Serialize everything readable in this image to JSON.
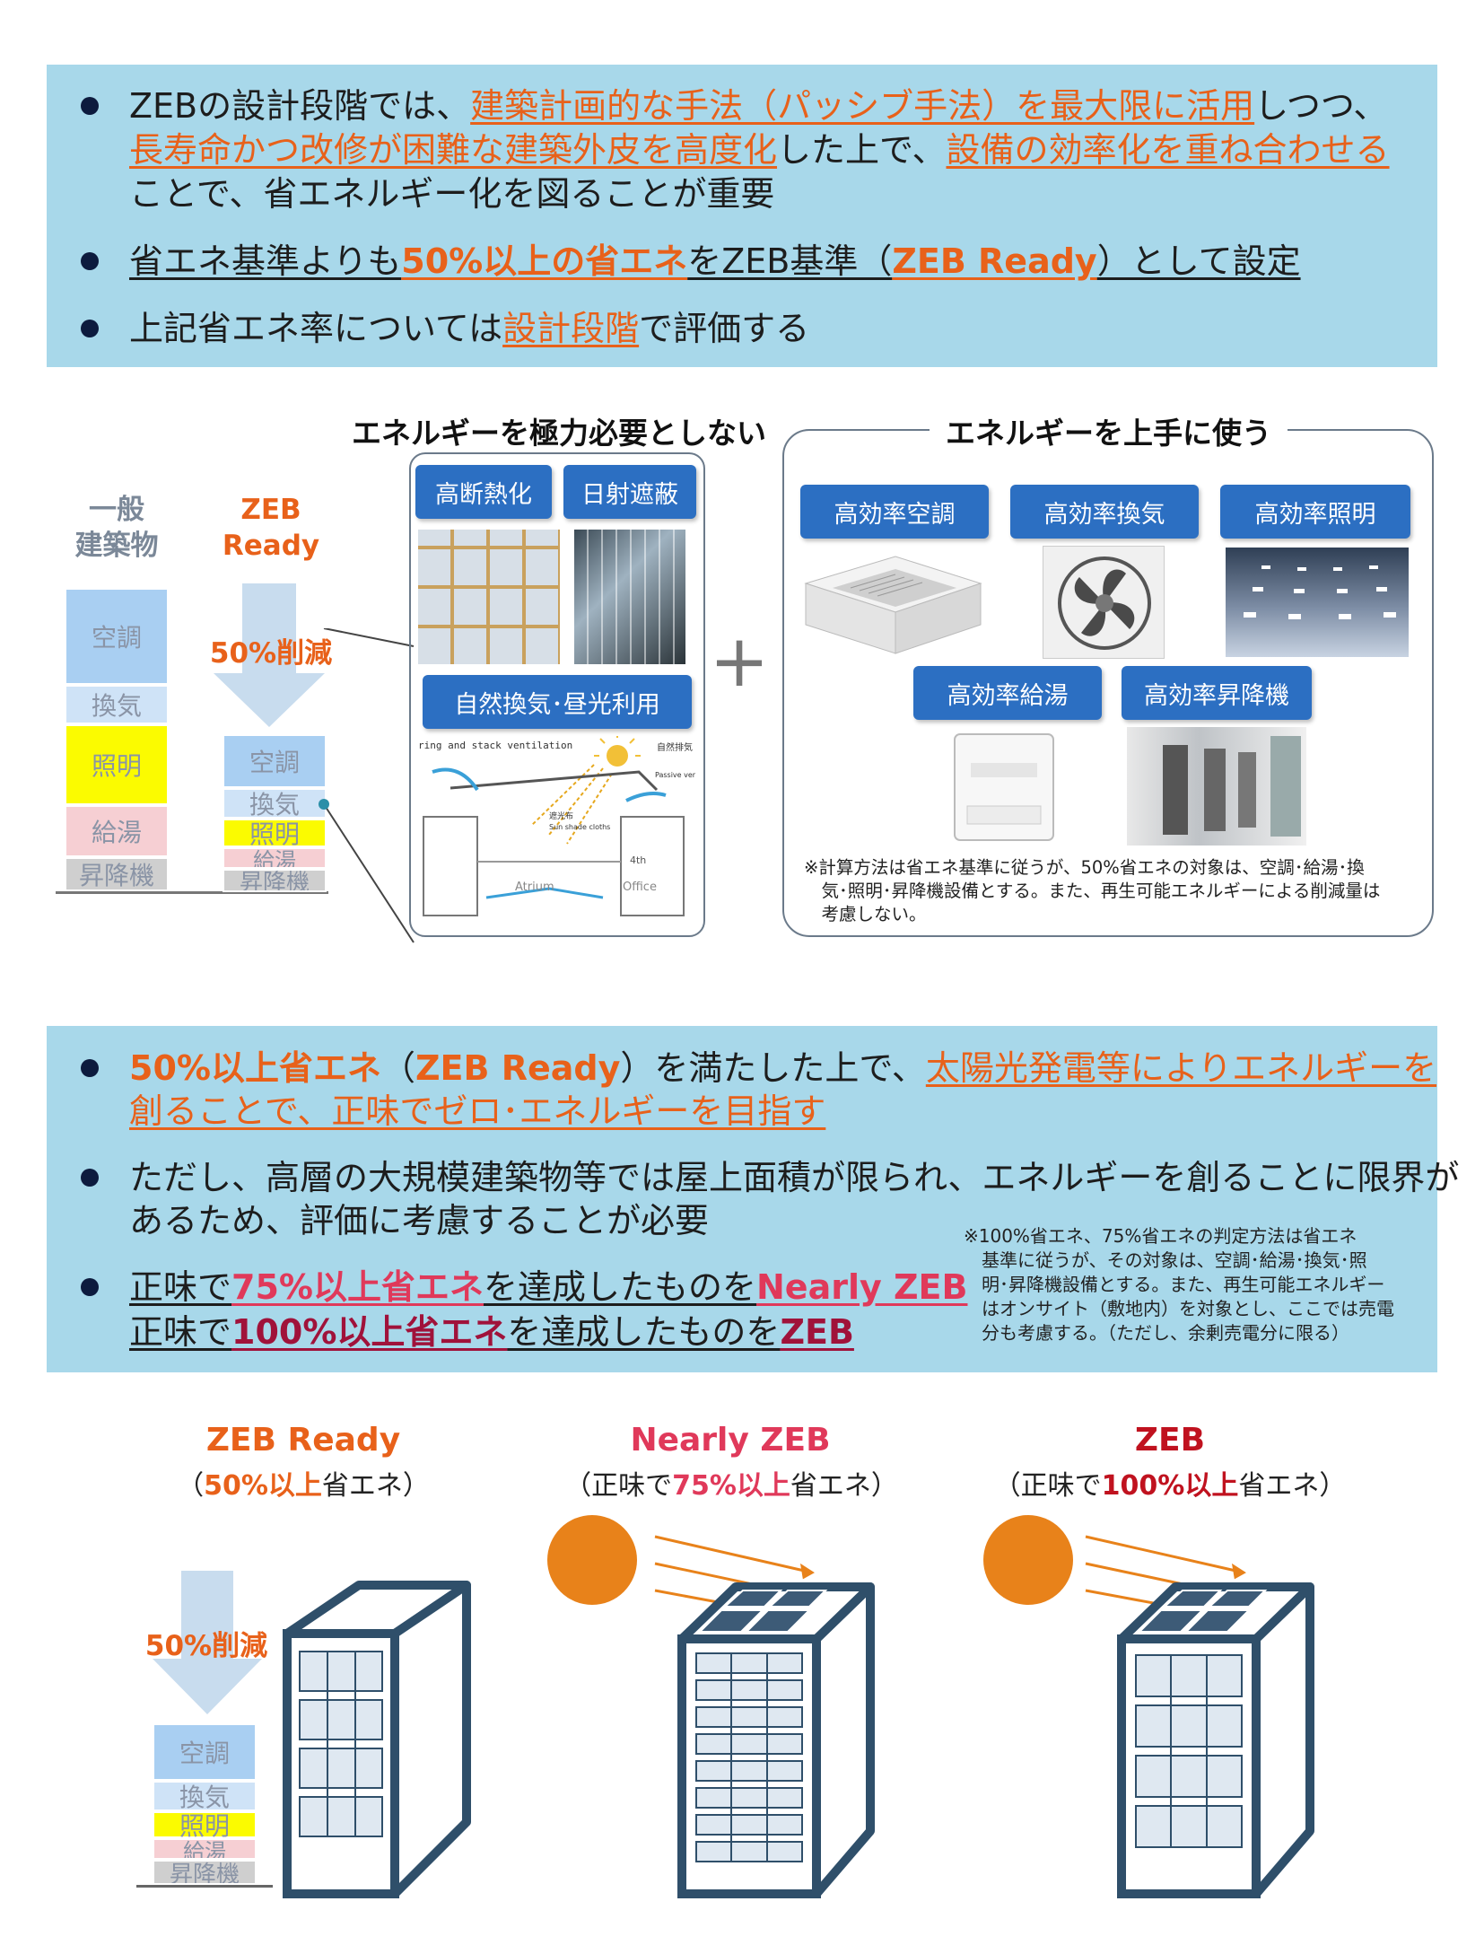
{
  "top": {
    "b1": {
      "t1": "ZEBの設計段階では、",
      "h1": "建築計画的な手法（パッシブ手法）を最大限に活用",
      "t2": "しつつ、",
      "h2": "長寿命かつ改修が困難な建築外皮を高度化",
      "t3": "した上で、",
      "h3": "設備の効率化を重ね合わせる",
      "t4": "ことで、省エネルギー化を図ることが重要"
    },
    "b2": {
      "t1": "省エネ基準よりも",
      "h1": "50%以上の省エネ",
      "t2": "をZEB基準（",
      "h2": "ZEB Ready",
      "t3": "）として設定"
    },
    "b3": {
      "t1": "上記省エネ率については",
      "h1": "設計段階",
      "t2": "で評価する"
    }
  },
  "middle": {
    "general_label": "一般\n建築物",
    "zeb_ready_label": "ZEB\nReady",
    "reduction": "50%削減",
    "segments": {
      "ac": "空調",
      "vent": "換気",
      "light": "照明",
      "water": "給湯",
      "elev": "昇降機"
    },
    "passive_heading": "エネルギーを極力必要としない",
    "active_heading": "エネルギーを上手に使う",
    "passive_buttons": [
      "高断熱化",
      "日射遮蔽",
      "自然換気･昼光利用"
    ],
    "active_buttons": [
      "高効率空調",
      "高効率換気",
      "高効率照明",
      "高効率給湯",
      "高効率昇降機"
    ],
    "plus": "+",
    "note": "※計算方法は省エネ基準に従うが、50%省エネの対象は、空調･給湯･換\n　気･照明･昇降機設備とする。また、再生可能エネルギーによる削減量は\n　考慮しない。",
    "diagram_texts": [
      "ring and stack ventilation",
      "自然排気",
      "Passive ver",
      "遮光布",
      "Sun shade cloths",
      "Atrium",
      "Office",
      "4th"
    ]
  },
  "bottom": {
    "b1": {
      "h1": "50%以上省エネ",
      "t1": "（",
      "h2": "ZEB Ready",
      "t2": "）を満たした上で、",
      "h3": "太陽光発電等によりエネルギーを",
      "h4": "創ることで、正味でゼロ･エネルギーを目指す"
    },
    "b2": {
      "l1": "ただし、高層の大規模建築物等では屋上面積が限られ、エネルギーを創ることに限界が",
      "l2": "あるため、評価に考慮することが必要"
    },
    "b3": {
      "a1": "正味で",
      "a2": "75%以上省エネ",
      "a3": "を達成したものを",
      "a4": "Nearly ZEB",
      "c1": "正味で",
      "c2": "100%以上省エネ",
      "c3": "を達成したものを",
      "c4": "ZEB"
    },
    "note": "※100%省エネ、75%省エネの判定方法は省エネ\n　基準に従うが、その対象は、空調･給湯･換気･照\n　明･昇降機設備とする。また、再生可能エネルギー\n　はオンサイト（敷地内）を対象とし、ここでは売電\n　分も考慮する。（ただし、余剰売電分に限る）"
  },
  "levels": [
    {
      "title": "ZEB Ready",
      "p1": "（",
      "hl": "50%以上",
      "p2": "省エネ）",
      "color": "#e8611a"
    },
    {
      "title": "Nearly ZEB",
      "p1": "（正味で",
      "hl": "75%以上",
      "p2": "省エネ）",
      "color": "#e0395a"
    },
    {
      "title": "ZEB",
      "p1": "（正味で",
      "hl": "100%以上",
      "p2": "省エネ）",
      "color": "#c0121f"
    }
  ],
  "level_reduction": "50%削減",
  "colors": {
    "panel": "#a8d8ea",
    "accent": "#e8611a",
    "button": "#2c6fc2",
    "ac": "#a9cff2",
    "vent": "#cfe3f7",
    "light": "#fbfb00",
    "water": "#f6cfd3",
    "elev": "#cfcfcf",
    "building": "#2f4f6a",
    "sun": "#e8821a"
  }
}
